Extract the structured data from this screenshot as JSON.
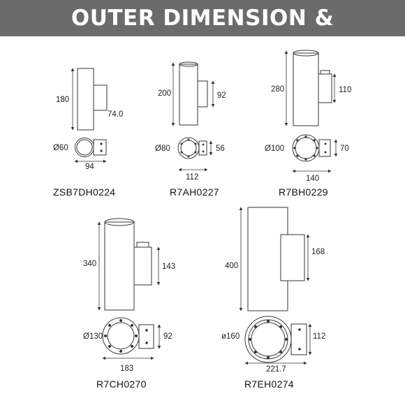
{
  "header": {
    "title": "OUTER DIMENSION & ACCESSORIES"
  },
  "products": [
    {
      "model": "ZSB7DH0224",
      "height": "180",
      "bracket_height": "74.0",
      "diameter": "Ø60",
      "depth": "94"
    },
    {
      "model": "R7AH0227",
      "height": "200",
      "bracket_height": "92",
      "diameter": "Ø80",
      "bracket_width": "56",
      "depth": "112"
    },
    {
      "model": "R7BH0229",
      "height": "280",
      "bracket_height": "110",
      "diameter": "Ø100",
      "bracket_width": "70",
      "depth": "140"
    },
    {
      "model": "R7CH0270",
      "height": "340",
      "bracket_height": "143",
      "diameter": "Ø130",
      "bracket_width": "92",
      "depth": "183"
    },
    {
      "model": "R7EH0274",
      "height": "400",
      "bracket_height": "168",
      "diameter": "ø160",
      "bracket_width": "112",
      "depth": "221.7"
    }
  ],
  "colors": {
    "header_bg": "#6b6b6b",
    "header_text": "#ffffff",
    "line": "#333333"
  }
}
